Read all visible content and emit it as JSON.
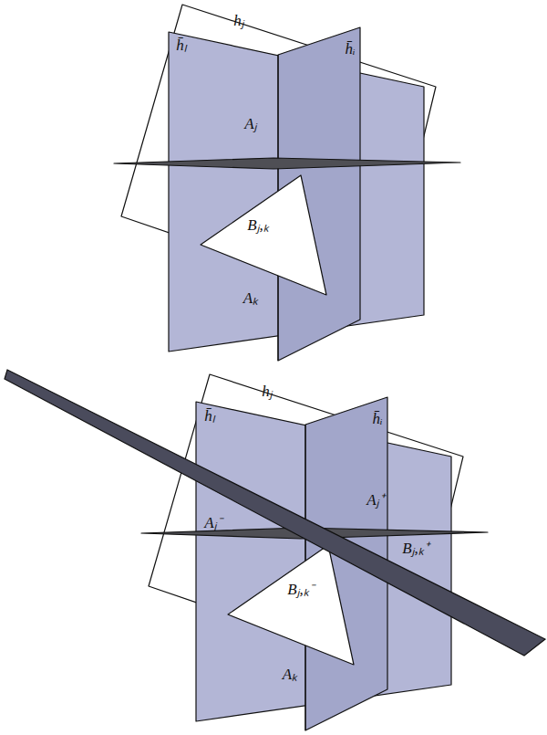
{
  "diagram": {
    "labels": [
      "hⱼ",
      "h̄ₗ",
      "h̄ᵢ",
      "Aⱼ",
      "Bⱼ,ₖ",
      "Aₖ",
      "hⱼ",
      "h̄ₗ",
      "h̄ᵢ",
      "Aⱼ⁺",
      "Aⱼ⁻",
      "Bⱼ,ₖ⁺",
      "Bⱼ,ₖ⁻",
      "Aₖ"
    ]
  }
}
